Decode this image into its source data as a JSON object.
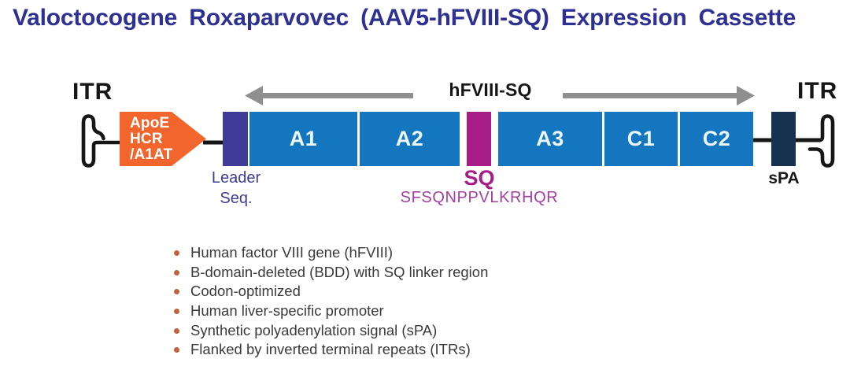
{
  "title": "Valoctocogene Roxaparvovec (AAV5-hFVIII-SQ) Expression Cassette",
  "diagram": {
    "itr_left": "ITR",
    "itr_right": "ITR",
    "span_label": "hFVIII-SQ",
    "promoter_lines": [
      "ApoE",
      "HCR",
      "/A1AT"
    ],
    "leader_line1": "Leader",
    "leader_line2": "Seq.",
    "domain_a1": "A1",
    "domain_a2": "A2",
    "domain_a3": "A3",
    "domain_c1": "C1",
    "domain_c2": "C2",
    "sq_label": "SQ",
    "sq_sequence": "SFSQNPPVLKRHQR",
    "spa_label": "sPA"
  },
  "bullets": [
    "Human factor VIII gene (hFVIII)",
    "B-domain-deleted (BDD) with SQ linker region",
    "Codon-optimized",
    "Human liver-specific promoter",
    "Synthetic polyadenylation signal (sPA)",
    "Flanked by inverted terminal repeats (ITRs)"
  ],
  "colors": {
    "title": "#2E3192",
    "orange": "#F2652C",
    "blue": "#1476BE",
    "indigo": "#3E3C96",
    "magenta": "#A81C88",
    "navy": "#17324F",
    "gray": "#8F8F8F",
    "bullet": "#C4613C",
    "text": "#3A3A3A",
    "ink": "#161616",
    "seq": "#A23FA2",
    "boxtext": "#ECF8FF"
  }
}
